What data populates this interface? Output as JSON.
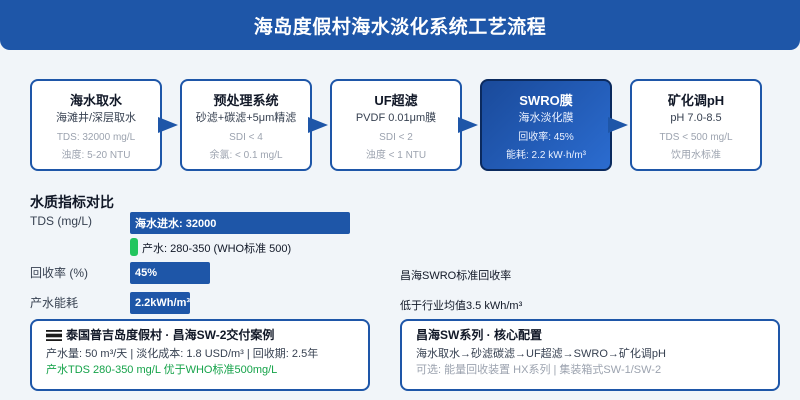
{
  "header": {
    "title": "海岛度假村海水淡化系统工艺流程"
  },
  "steps": [
    {
      "title": "海水取水",
      "subtitle": "海滩井/深层取水",
      "meta1": "TDS: 32000 mg/L",
      "meta2": "浊度: 5-20 NTU"
    },
    {
      "title": "预处理系统",
      "subtitle": "砂滤+碳滤+5μm精滤",
      "meta1": "SDI < 4",
      "meta2": "余氯: < 0.1 mg/L"
    },
    {
      "title": "UF超滤",
      "subtitle": "PVDF 0.01μm膜",
      "meta1": "SDI < 2",
      "meta2": "浊度 < 1 NTU"
    },
    {
      "title": "SWRO膜",
      "subtitle": "海水淡化膜",
      "meta1": "回收率: 45%",
      "meta2": "能耗: 2.2 kW·h/m³"
    },
    {
      "title": "矿化调pH",
      "subtitle": "pH 7.0-8.5",
      "meta1": "TDS < 500 mg/L",
      "meta2": "饮用水标准"
    }
  ],
  "quality": {
    "title": "水质指标对比",
    "tds": {
      "label": "TDS (mg/L)",
      "feed_label": "海水进水: 32000",
      "feed_value": 32000,
      "product_label": "产水: 280-350 (WHO标准 500)",
      "product_value": 350
    },
    "recovery": {
      "label": "回收率 (%)",
      "bar_label": "45%",
      "value": 45,
      "note": "昌海SWRO标准回收率"
    },
    "energy": {
      "label": "产水能耗",
      "bar_label": "2.2kWh/m³",
      "value": 2.2,
      "note": "低于行业均值3.5 kWh/m³"
    }
  },
  "cards": {
    "case": {
      "icon": "thailand-flag-icon",
      "title": "泰国普吉岛度假村 · 昌海SW-2交付案例",
      "line1": "产水量: 50 m³/天 | 淡化成本: 1.8 USD/m³ | 回收期: 2.5年",
      "line2": "产水TDS 280-350 mg/L 优于WHO标准500mg/L"
    },
    "config": {
      "title": "昌海SW系列 · 核心配置",
      "line1": "海水取水→砂滤碳滤→UF超滤→SWRO→矿化调pH",
      "line2": "可选: 能量回收装置 HX系列 | 集装箱式SW-1/SW-2"
    }
  },
  "colors": {
    "primary": "#1e56a8",
    "highlight": "#2b6cd0",
    "green": "#22c55e",
    "muted": "#9ca3af"
  }
}
